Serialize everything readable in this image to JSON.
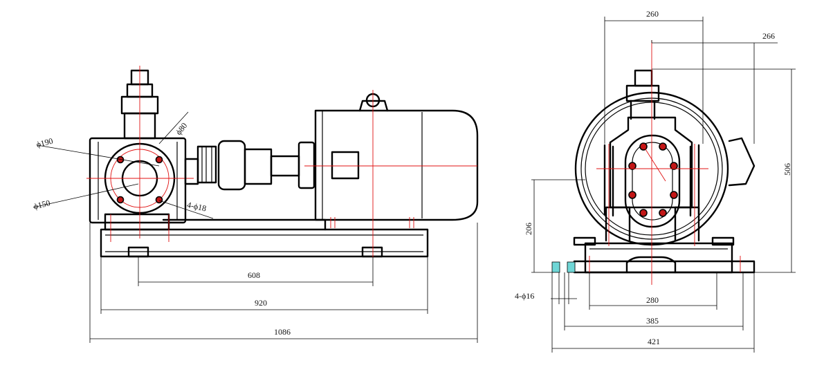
{
  "drawing": {
    "front_view": {
      "dimensions": {
        "d190": "ϕ190",
        "d150": "ϕ150",
        "d80": "ϕ80",
        "holes_18": "4-ϕ18",
        "len_608": "608",
        "len_920": "920",
        "len_1086": "1086"
      }
    },
    "side_view": {
      "dimensions": {
        "w260": "260",
        "w266": "266",
        "h506": "506",
        "h206": "206",
        "holes_16": "4-ϕ16",
        "w280": "280",
        "w385": "385",
        "w421": "421"
      }
    }
  },
  "colors": {
    "outline": "#000000",
    "centerline": "#e01010",
    "bolt": "#c21616",
    "section_fill": "#6fd6d6"
  }
}
